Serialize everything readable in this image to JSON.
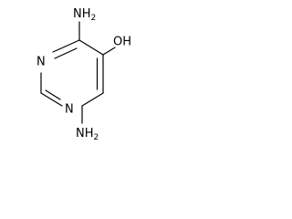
{
  "molecule": {
    "atoms": {
      "top_substituent": {
        "main": "NH",
        "sub": "2"
      },
      "ring_n_upper": {
        "text": "N"
      },
      "ring_n_lower": {
        "text": "N"
      },
      "hydroxyl": {
        "text": "OH"
      },
      "bottom_substituent": {
        "main": "NH",
        "sub": "2"
      }
    }
  }
}
